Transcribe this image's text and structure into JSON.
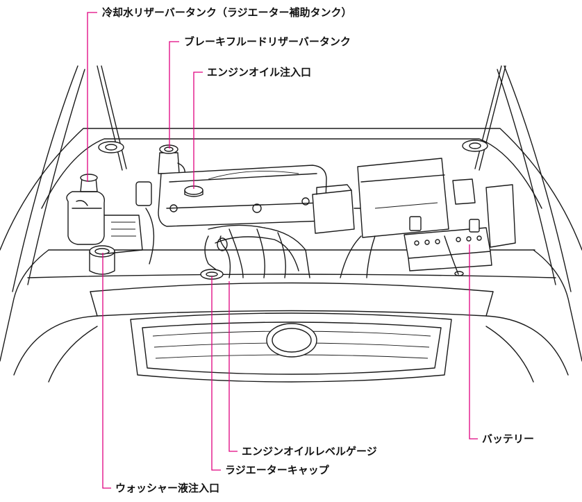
{
  "labels": {
    "coolant_reservoir": "冷却水リザーバータンク（ラジエーター補助タンク）",
    "brake_fluid_reservoir": "ブレーキフルードリザーバータンク",
    "engine_oil_filler": "エンジンオイル注入口",
    "engine_oil_dipstick": "エンジンオイルレベルゲージ",
    "battery": "バッテリー",
    "radiator_cap": "ラジエーターキャップ",
    "washer_fluid_filler": "ウォッシャー液注入口"
  },
  "colors": {
    "leader_line": "#e0007f",
    "drawing": "#1a1a1a",
    "background": "#ffffff"
  }
}
